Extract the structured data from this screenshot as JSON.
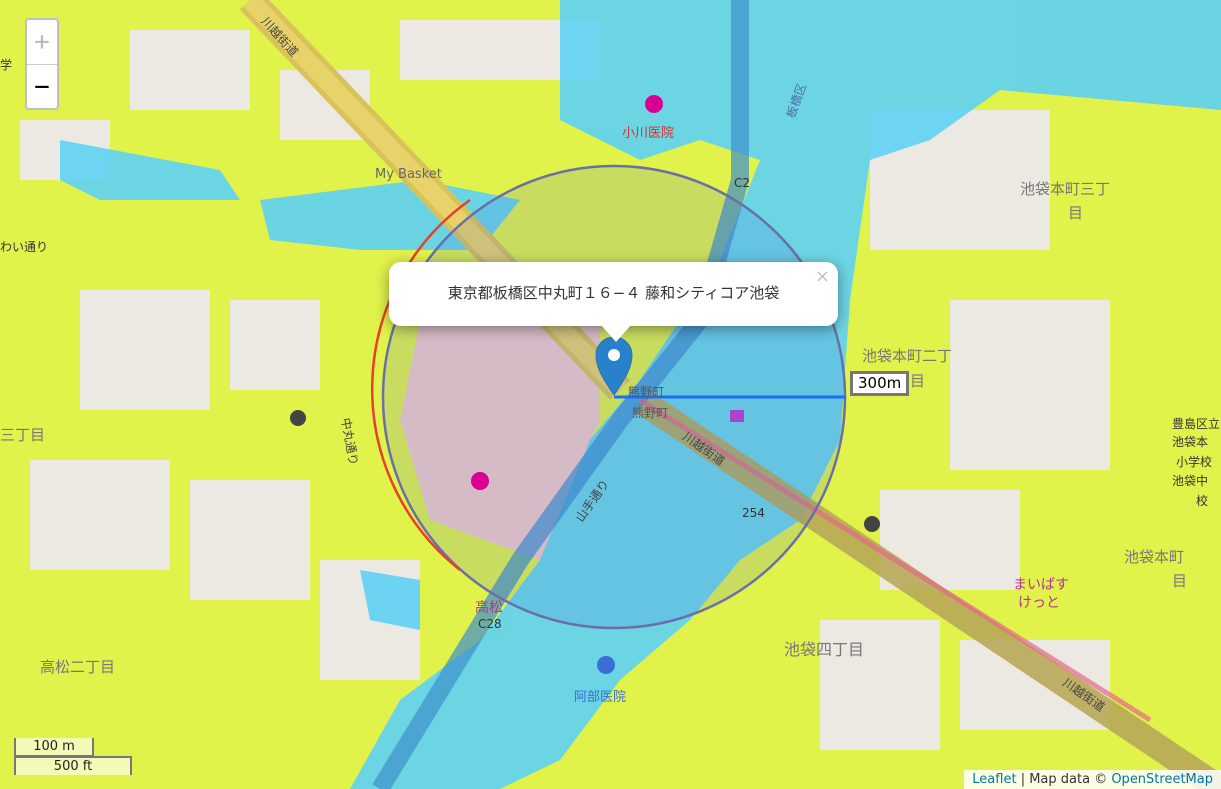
{
  "zoom": {
    "in_label": "+",
    "out_label": "−"
  },
  "popup": {
    "text": "東京都板橋区中丸町１６−４ 藤和シティコア池袋",
    "close": "×"
  },
  "radius_label": "300m",
  "scale": {
    "metric": "100 m",
    "imperial": "500 ft"
  },
  "attribution": {
    "leaflet": "Leaflet",
    "sep": " | Map data © ",
    "osm": "OpenStreetMap"
  },
  "places": {
    "ogawa": "小川医院",
    "mybasket": "My Basket",
    "c2": "C2",
    "ikebukuro_honcho3": "池袋本町三丁",
    "me": "目",
    "ikebukuro_honcho2": "池袋本町二丁",
    "me2": "目",
    "kumanocho1": "熊野町",
    "kumanocho2": "熊野町",
    "kawagoe": "川越街道",
    "yamate": "山手通り",
    "n254": "254",
    "toshima_school": "豊島区立",
    "ikebukuro_hon": "池袋本",
    "shogakko": "小学校",
    "ikebukuro_chu": "池袋中",
    "ko": "校",
    "ikebukuro_honmachi": "池袋本町",
    "me3": "目",
    "maibasket": "まいばす",
    "ketto": "けっと",
    "ikebukuro4": "池袋四丁目",
    "takamatsu": "高松",
    "c28": "C28",
    "takamatsu2": "高松二丁目",
    "abe": "阿部医院",
    "warai": "わい通り",
    "sanchome": "三丁目",
    "nakamaru": "中丸通り",
    "itabashi": "板橋区",
    "kawagoe2": "川越街道",
    "kawagoe3": "川越街道",
    "gaku": "学"
  }
}
